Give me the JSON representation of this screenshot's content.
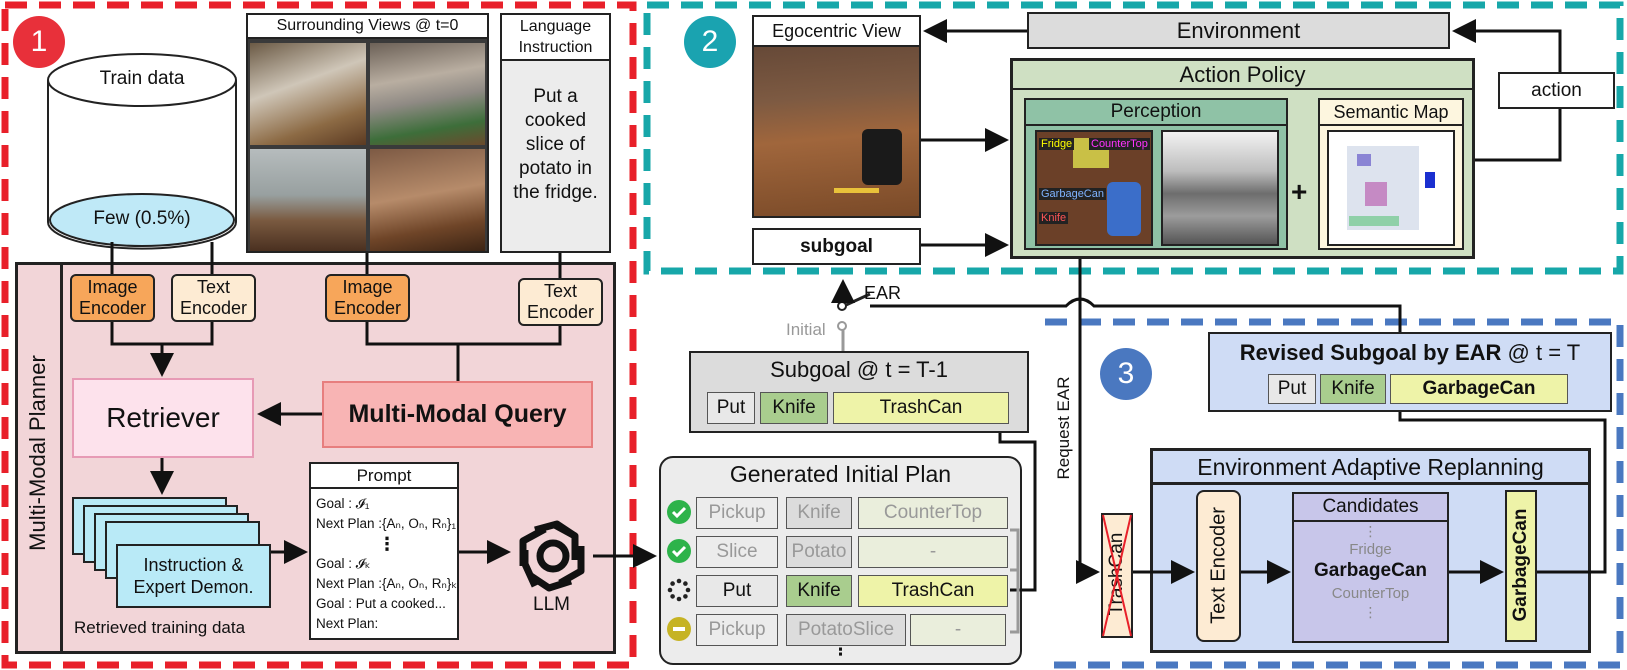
{
  "sections": {
    "one": "1",
    "two": "2",
    "three": "3"
  },
  "colors": {
    "red_dash": "#e8202a",
    "teal_dash": "#17a7a9",
    "blue_dash": "#4a78c0",
    "planner_bg": "#f2d5d8",
    "encoder_orange": "#f7a65a",
    "encoder_cream": "#fdebd3",
    "retriever_bg": "#fde2ec",
    "query_bg": "#f8b4b4",
    "demo_blue": "#b9eaf7",
    "policy_green": "#cfe0c3",
    "perception_green": "#8fc2a6",
    "semantic_cream": "#fdf6df",
    "ear_blue": "#cfdcf5",
    "candidates_lavender": "#c8c6ea",
    "yellow_green": "#eef3a8",
    "knife_green": "#a9cd8e",
    "check_green": "#2db34a",
    "neutral_mustard": "#c6b323"
  },
  "icons": [
    "database-icon",
    "check-icon",
    "loading-icon",
    "minus-icon",
    "openai-llm-icon",
    "switch-icon",
    "plus-icon"
  ],
  "left": {
    "database_title": "Train data",
    "database_subset": "Few (0.5%)",
    "surrounding_title": "Surrounding Views @ t=0",
    "language_title": "Language Instruction",
    "language_text": "Put a cooked slice of potato in the fridge.",
    "planner_label": "Multi-Modal Planner",
    "image_encoder_1": "Image Encoder",
    "text_encoder_1": "Text Encoder",
    "image_encoder_2": "Image Encoder",
    "text_encoder_2": "Text Encoder",
    "retriever": "Retriever",
    "query": "Multi-Modal Query",
    "demo": "Instruction & Expert Demon.",
    "retrieved_caption": "Retrieved training data",
    "prompt_title": "Prompt",
    "prompt_lines": [
      "Goal : 𝓘₁",
      "Next Plan :{Aₙ, Oₙ, Rₙ}₁",
      "⋮",
      "Goal : 𝓘ₖ",
      "Next Plan :{Aₙ, Oₙ, Rₙ}ₖ",
      "Goal : Put a cooked...",
      "Next Plan:"
    ],
    "llm": "LLM"
  },
  "top": {
    "egocentric_title": "Egocentric View",
    "environment": "Environment",
    "action": "action",
    "action_policy": "Action Policy",
    "perception": "Perception",
    "semantic_map": "Semantic Map",
    "seg_labels": [
      "Fridge",
      "CounterTop",
      "GarbageCan",
      "Knife"
    ],
    "subgoal": "subgoal",
    "ear_switch": "EAR",
    "initial_switch": "Initial"
  },
  "middle": {
    "subgoal_title": "Subgoal  @ t = T-1",
    "subgoal_cells": [
      "Put",
      "Knife",
      "TrashCan"
    ],
    "plan_title": "Generated Initial Plan",
    "plan_rows": [
      {
        "status": "done",
        "cells": [
          "Pickup",
          "Knife",
          "CounterTop"
        ]
      },
      {
        "status": "done",
        "cells": [
          "Slice",
          "Potato",
          "-"
        ]
      },
      {
        "status": "current",
        "cells": [
          "Put",
          "Knife",
          "TrashCan"
        ]
      },
      {
        "status": "pending",
        "cells": [
          "Pickup",
          "PotatoSlice",
          "-"
        ]
      }
    ],
    "plan_more": "⋮"
  },
  "right": {
    "request_ear": "Request EAR",
    "revised_title": "Revised Subgoal by EAR",
    "revised_time": "@ t = T",
    "revised_cells": [
      "Put",
      "Knife",
      "GarbageCan"
    ],
    "ear_title": "Environment Adaptive Replanning",
    "struck_word": "TrashCan",
    "text_encoder": "Text Encoder",
    "candidates_title": "Candidates",
    "candidates": [
      "⋮",
      "Fridge",
      "GarbageCan",
      "CounterTop",
      "⋮"
    ],
    "output_word": "GarbageCan"
  }
}
